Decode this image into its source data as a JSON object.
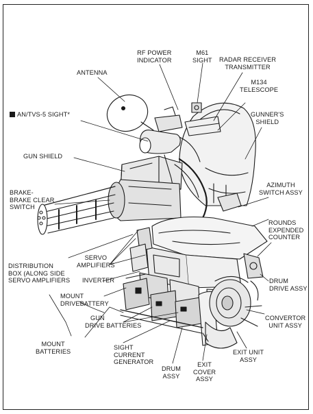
{
  "labels": {
    "rf_power_indicator": [
      "RF POWER",
      "INDICATOR"
    ],
    "m61_sight": [
      "M61",
      "SIGHT"
    ],
    "radar_receiver_transmitter": [
      "RADAR RECEIVER",
      "TRANSMITTER"
    ],
    "antenna": "ANTENNA",
    "m134_telescope": [
      "M134",
      "TELESCOPE"
    ],
    "an_tvs5_sight": "AN/TVS-5 SIGHT*",
    "gunners_shield": [
      "GUNNER'S",
      "SHIELD"
    ],
    "gun_shield": "GUN SHIELD",
    "brake_clear_switch": [
      "BRAKE-",
      "BRAKE CLEAR",
      "SWITCH"
    ],
    "azimuth_switch_assy": [
      "AZIMUTH",
      "SWITCH ASSY"
    ],
    "rounds_expended_counter": [
      "ROUNDS",
      "EXPENDED",
      "COUNTER"
    ],
    "servo_amplifiers": [
      "SERVO",
      "AMPLIFIERS"
    ],
    "distribution_box": [
      "DISTRIBUTION",
      "BOX (ALONG SIDE",
      "SERVO AMPLIFIERS"
    ],
    "inverter": "INVERTER",
    "drum_drive_assy": [
      "DRUM",
      "DRIVE ASSY"
    ],
    "mount_drive_battery": [
      "MOUNT",
      "DRIVEBATTERY"
    ],
    "gun_drive_batteries": [
      "GUN",
      "DRIVE BATTERIES"
    ],
    "convertor_unit_assy": [
      "CONVERTOR",
      "UNIT ASSY"
    ],
    "mount_batteries": [
      "MOUNT",
      "BATTERIES"
    ],
    "sight_current_generator": [
      "SIGHT",
      "CURRENT",
      "GENERATOR"
    ],
    "exit_unit_assy": [
      "EXIT UNIT",
      "ASSY"
    ],
    "drum_assy": [
      "DRUM",
      "ASSY"
    ],
    "exit_cover_assy": [
      "EXIT",
      "COVER",
      "ASSY"
    ]
  },
  "colors": {
    "ink": "#1a1a1a",
    "paper": "#ffffff"
  }
}
